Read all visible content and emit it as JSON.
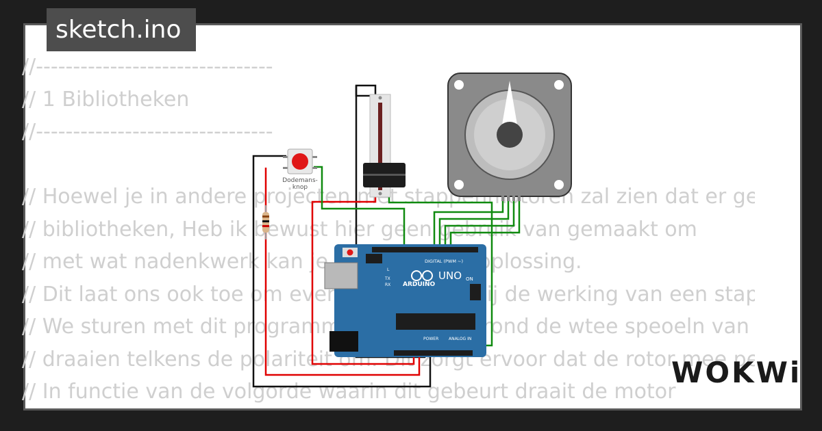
{
  "tab": {
    "filename": "sketch.ino"
  },
  "code_lines": [
    "//--------------------------------",
    "// 1 Bibliotheken",
    "//--------------------------------",
    "",
    "// Hoewel je in andere projecten met stappenmotoren zal zien dat er ge",
    "// bibliotheken, Heb ik bewust hier geen gebruik van gemaakt om",
    "// met wat nadenkwerk kan je tot een eigen oplossing.",
    "// Dit laat ons ook toe om even stil te staan bij de werking van een stap",
    "// We sturen met dit programma beurtelings rond de wtee speoeln van de m",
    "// draaien telkens de polariteit om. Dit zorgt ervoor dat de rotor mee pe",
    "// In functie van de volgorde waarin dit gebeurt draait de motor"
  ],
  "circuit": {
    "button_label_line1": "Dodemans-",
    "button_label_line2": "knop",
    "arduino_brand": "ARDUINO",
    "arduino_model": "UNO",
    "digital_label": "DIGITAL (PWM ~)",
    "power_label": "POWER",
    "analog_label": "ANALOG IN",
    "on_label": "ON",
    "tx_label": "TX",
    "rx_label": "RX",
    "l_label": "L"
  },
  "brand": {
    "logo_text": "WOKWi"
  },
  "colors": {
    "board": "#2b6ea5",
    "button": "#e01818",
    "wire_red": "#e00000",
    "wire_green": "#0f8a0f",
    "wire_black": "#111111",
    "code_text": "#cfcfcf"
  }
}
